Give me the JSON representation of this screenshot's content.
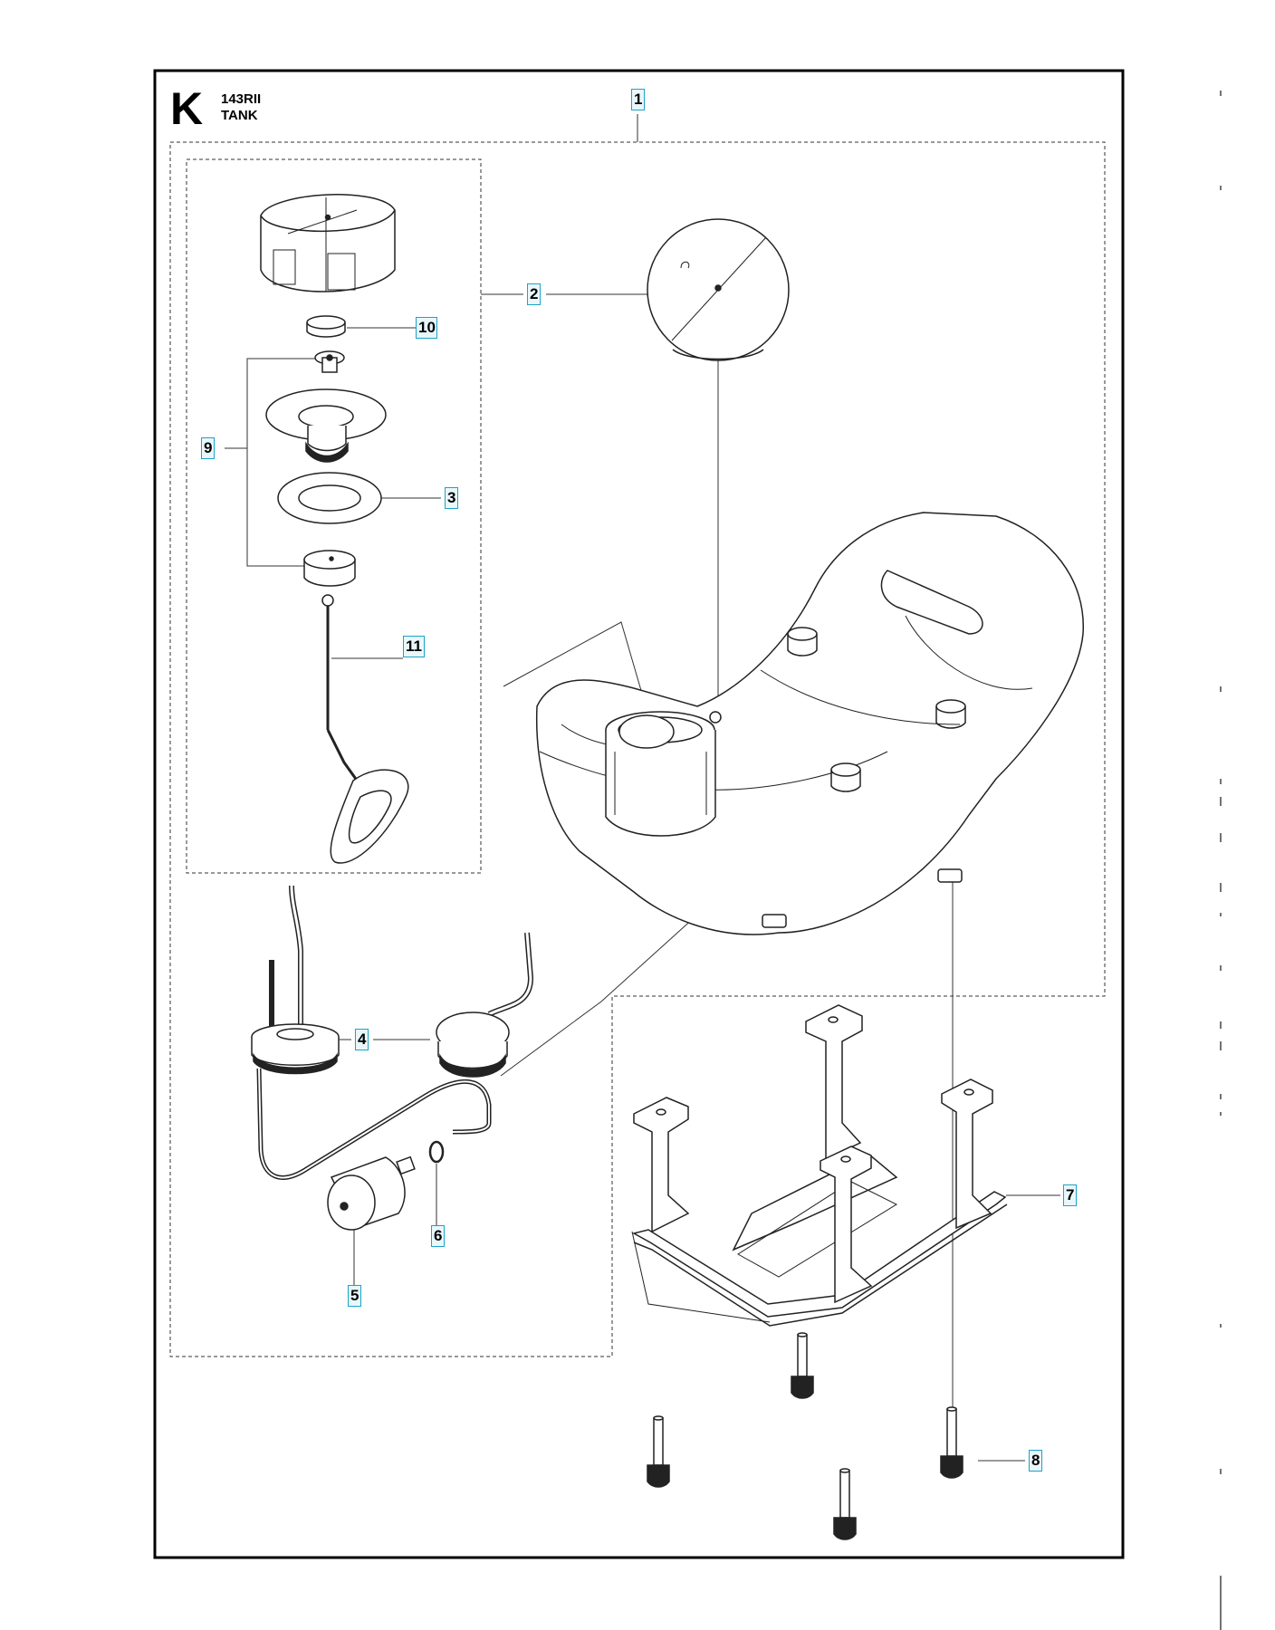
{
  "header": {
    "section_letter": "K",
    "model": "143RII",
    "title": "TANK"
  },
  "callouts": [
    "1",
    "2",
    "3",
    "4",
    "5",
    "6",
    "7",
    "8",
    "9",
    "10",
    "11"
  ],
  "colors": {
    "callout_border": "#1aa3c8",
    "callout_fill": "#e9f7fb",
    "frame": "#000000",
    "line_art": "#222222"
  }
}
